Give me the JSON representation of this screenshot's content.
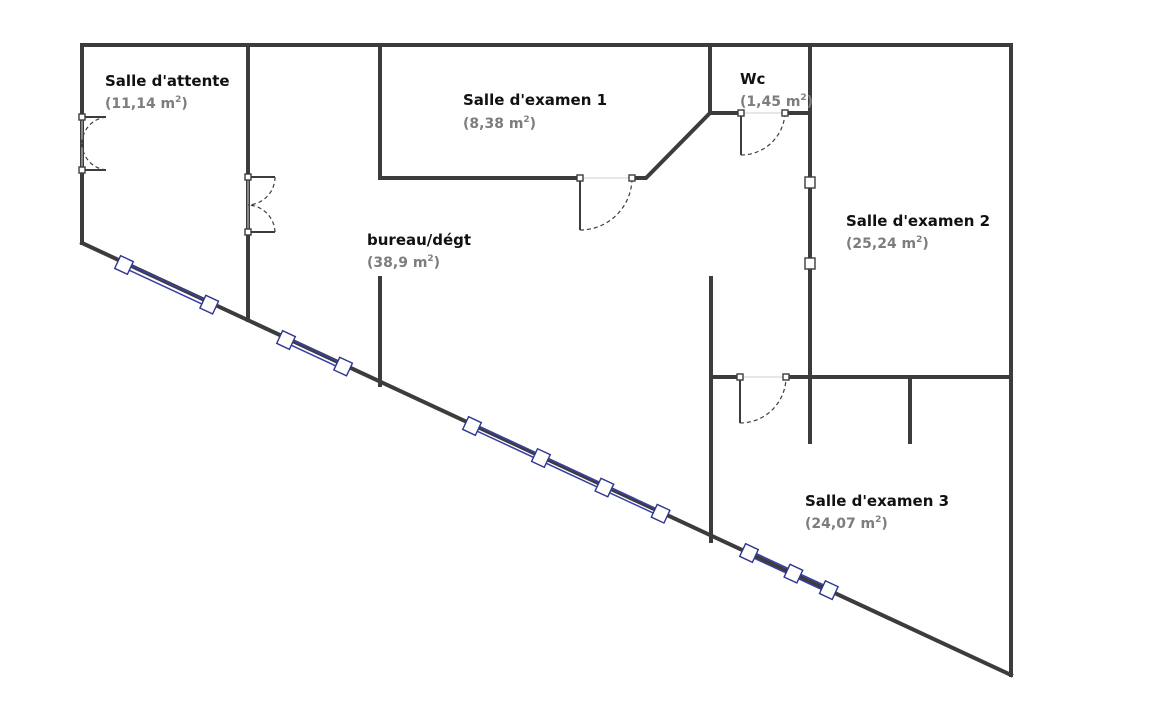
{
  "rooms": [
    {
      "id": "salle-attente",
      "name": "Salle d'attente",
      "area_value": "(11,14 m",
      "area_suffix": ")"
    },
    {
      "id": "salle-examen-1",
      "name": "Salle d'examen 1",
      "area_value": "(8,38 m",
      "area_suffix": ")"
    },
    {
      "id": "wc",
      "name": "Wc",
      "area_value": "(1,45 m",
      "area_suffix": ")"
    },
    {
      "id": "salle-examen-2",
      "name": "Salle d'examen 2",
      "area_value": "(25,24 m",
      "area_suffix": ")"
    },
    {
      "id": "bureau-degt",
      "name": "bureau/dégt",
      "area_value": "(38,9 m",
      "area_suffix": ")"
    },
    {
      "id": "salle-examen-3",
      "name": "Salle d'examen 3",
      "area_value": "(24,07 m",
      "area_suffix": ")"
    }
  ],
  "area_exponent": "2",
  "colors": {
    "wall": "#3c3c3c",
    "window": "#3a3fa8",
    "area_text": "#7d7d7d"
  }
}
